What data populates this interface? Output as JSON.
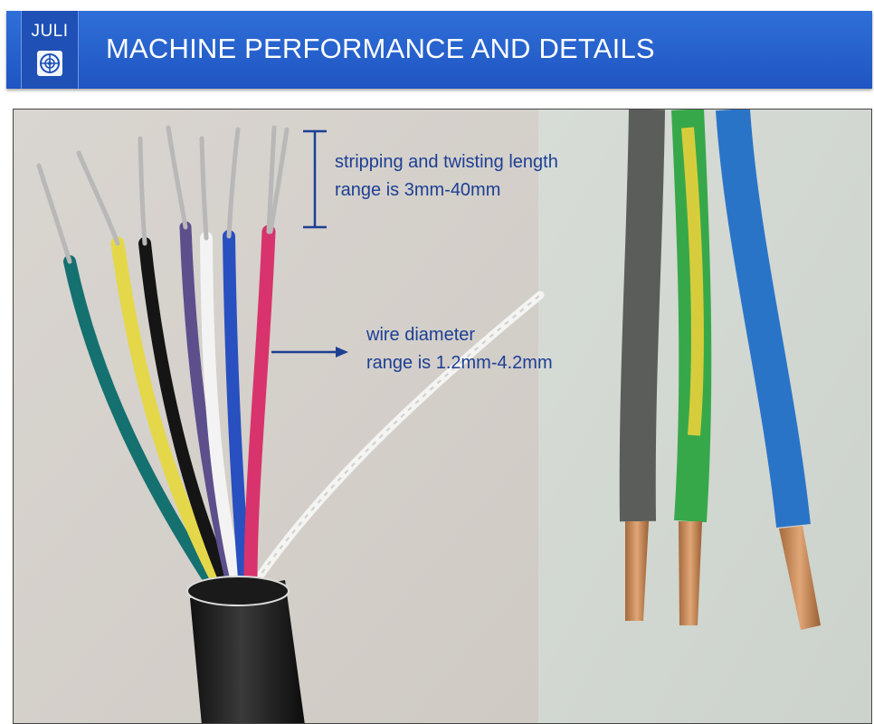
{
  "banner": {
    "logo_text": "JULI",
    "logo_icon": "globe-emblem-icon",
    "title": "MACHINE PERFORMANCE AND DETAILS"
  },
  "annotations": {
    "stripping": {
      "line1": "stripping and twisting length",
      "line2": "range is 3mm-40mm"
    },
    "diameter": {
      "line1": "wire diameter",
      "line2": "range is 1.2mm-4.2mm"
    }
  },
  "colors": {
    "banner_blue": "#2563cf",
    "annotation_blue": "#1c3f94"
  },
  "icons": [
    "globe-emblem-icon",
    "length-bracket-icon",
    "right-arrow-icon"
  ]
}
